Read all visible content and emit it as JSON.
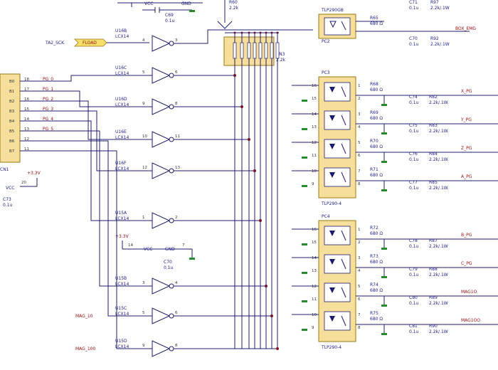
{
  "header_left": {
    "vcc": "VCC",
    "gnd": "GND",
    "cap": "C69",
    "cap_val": "0.1u"
  },
  "header_mid": {
    "res": "R60",
    "res_val": "2.2k"
  },
  "top_opto": {
    "part": "TLP290GB",
    "ref": "PC2",
    "r_ref": "R65",
    "r_val": "680 Ω",
    "c_ref": "C71",
    "c_val": "0.1u",
    "r2_ref": "R97",
    "r2_val": "2.2k/.1W",
    "c2_ref": "C70",
    "c2_val": "0.1u",
    "r3_ref": "R92",
    "r3_val": "2.2k/.1W",
    "out_net": "BOX_EMG"
  },
  "input_net": {
    "label": "TA2_SCK",
    "tag": "FLOAD"
  },
  "top_buffer": {
    "ref": "U16B",
    "part": "LCX14",
    "pin_in": "4",
    "pin_out": "3"
  },
  "rnet": {
    "ref": "RN3",
    "val": "2.2k"
  },
  "connector": {
    "ref": "CN1",
    "pins": [
      "B0",
      "B1",
      "B2",
      "B3",
      "B4",
      "B5",
      "B6",
      "B7"
    ],
    "pin_nums": [
      "18",
      "17",
      "16",
      "15",
      "14",
      "13",
      "12",
      "11"
    ],
    "nets": [
      "PG_0",
      "PG_1",
      "PG_2",
      "PG_3",
      "PG_4",
      "PG_5",
      "",
      ""
    ]
  },
  "buffers": [
    {
      "ref": "U16C",
      "part": "LCX14",
      "in": "5",
      "out": "6"
    },
    {
      "ref": "U16D",
      "part": "LCX14",
      "in": "9",
      "out": "8"
    },
    {
      "ref": "U16E",
      "part": "LCX14",
      "in": "10",
      "out": "11"
    },
    {
      "ref": "U16F",
      "part": "LCX14",
      "in": "12",
      "out": "13"
    },
    {
      "ref": "U15A",
      "part": "LCX14",
      "in": "1",
      "out": "2"
    },
    {
      "ref": "U15B",
      "part": "LCX14",
      "in": "3",
      "out": "4"
    },
    {
      "ref": "U15C",
      "part": "LCX14",
      "in": "5",
      "out": "6"
    },
    {
      "ref": "U15D",
      "part": "LCX14",
      "in": "9",
      "out": "8"
    }
  ],
  "pc3": {
    "ref": "PC3",
    "part": "TLP290-4",
    "left_pins": [
      "16",
      "15",
      "14",
      "13",
      "12",
      "11",
      "10",
      "9"
    ],
    "right_pins": [
      "1",
      "2",
      "3",
      "4",
      "5",
      "6",
      "7",
      "8"
    ],
    "resistors": [
      {
        "ref": "R68",
        "val": "680 Ω"
      },
      {
        "ref": "R69",
        "val": "680 Ω"
      },
      {
        "ref": "R70",
        "val": "680 Ω"
      },
      {
        "ref": "R71",
        "val": "680 Ω"
      }
    ],
    "caps": [
      {
        "ref": "C74",
        "val": "0.1u"
      },
      {
        "ref": "C75",
        "val": "0.1u"
      },
      {
        "ref": "C76",
        "val": "0.1u"
      },
      {
        "ref": "C77",
        "val": "0.1u"
      }
    ],
    "out_res": [
      {
        "ref": "R82",
        "val": "2.2k/.1W"
      },
      {
        "ref": "R83",
        "val": "2.2k/.1W"
      },
      {
        "ref": "R84",
        "val": "2.2k/.1W"
      },
      {
        "ref": "R85",
        "val": "2.2k/.1W"
      }
    ],
    "out_nets": [
      "X_PG",
      "Y_PG",
      "Z_PG",
      "A_PG"
    ]
  },
  "pc4": {
    "ref": "PC4",
    "part": "TLP290-4",
    "left_pins": [
      "16",
      "15",
      "14",
      "13",
      "12",
      "11",
      "10",
      "9"
    ],
    "right_pins": [
      "1",
      "2",
      "3",
      "4",
      "5",
      "6",
      "7",
      "8"
    ],
    "resistors": [
      {
        "ref": "R72",
        "val": "680 Ω"
      },
      {
        "ref": "R73",
        "val": "680 Ω"
      },
      {
        "ref": "R74",
        "val": "680 Ω"
      },
      {
        "ref": "R75",
        "val": "680 Ω"
      }
    ],
    "caps": [
      {
        "ref": "C78",
        "val": "0.1u"
      },
      {
        "ref": "C79",
        "val": "0.1u"
      },
      {
        "ref": "C80",
        "val": "0.1u"
      },
      {
        "ref": "C81",
        "val": "0.1u"
      }
    ],
    "out_res": [
      {
        "ref": "R87",
        "val": "2.2k/.1W"
      },
      {
        "ref": "R88",
        "val": "2.2k/.1W"
      },
      {
        "ref": "R89",
        "val": "2.2k/.1W"
      },
      {
        "ref": "R90",
        "val": "2.2k/.1W"
      }
    ],
    "out_nets": [
      "B_PG",
      "C_PG",
      "MAG1O",
      "MAG1OO"
    ]
  },
  "left_power": {
    "net": "+3.3V",
    "pin": "20",
    "vcc": "VCC",
    "cap": "C73",
    "cap_val": "0.1u"
  },
  "mid_power": {
    "net": "+3.3V",
    "pin": "14",
    "vcc": "VCC",
    "gnd": "GND",
    "pin_gnd": "7",
    "cap": "C70",
    "cap_val": "0.1u"
  },
  "bottom_nets": {
    "a": "MAG_10",
    "b": "MAG_100"
  }
}
